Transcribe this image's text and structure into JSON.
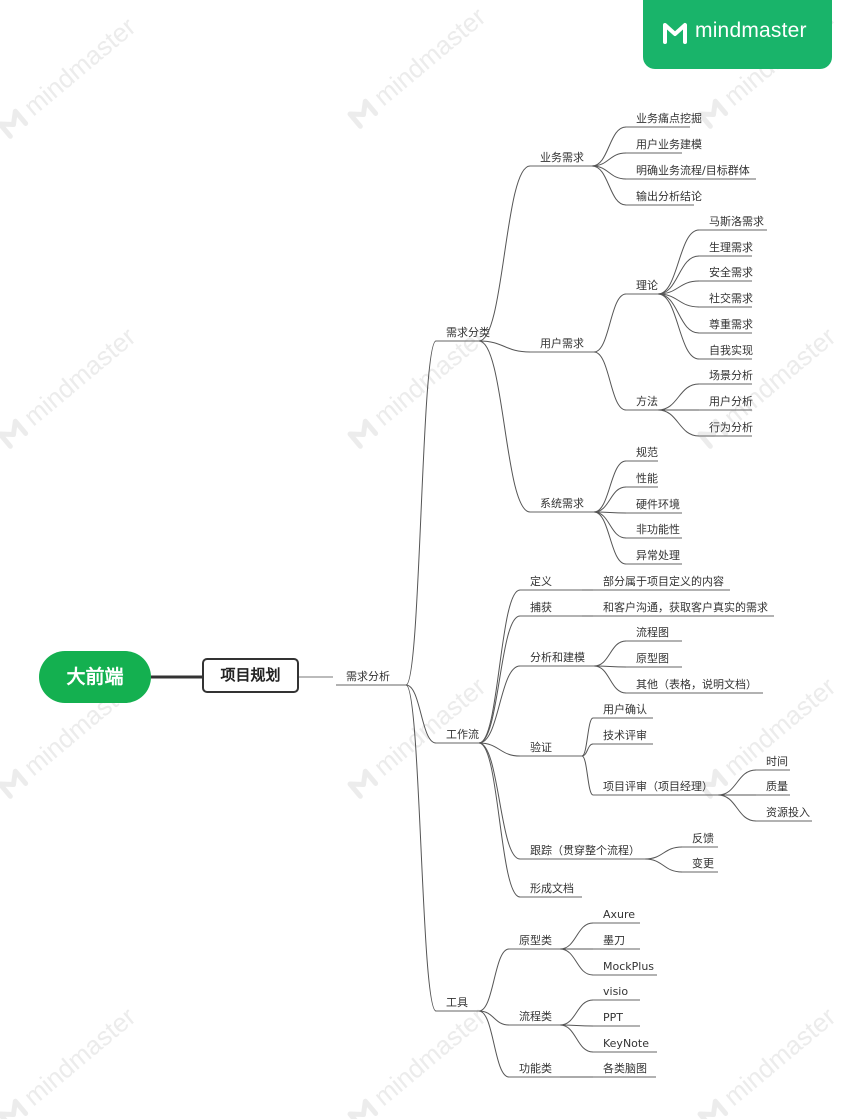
{
  "brand": {
    "name": "mindmaster",
    "logo": "mindmaster-logo-icon",
    "color": "#19b46a"
  },
  "watermark": "mindmaster",
  "colors": {
    "root": "#14b050",
    "line": "#555555",
    "text": "#333333"
  },
  "root": {
    "label": "大前端"
  },
  "main_topic": {
    "label": "项目规划"
  },
  "tree": {
    "label": "需求分析",
    "children": [
      {
        "label": "需求分类",
        "children": [
          {
            "label": "业务需求",
            "children": [
              {
                "label": "业务痛点挖掘"
              },
              {
                "label": "用户业务建模"
              },
              {
                "label": "明确业务流程/目标群体"
              },
              {
                "label": "输出分析结论"
              }
            ]
          },
          {
            "label": "用户需求",
            "children": [
              {
                "label": "理论",
                "children": [
                  {
                    "label": "马斯洛需求"
                  },
                  {
                    "label": "生理需求"
                  },
                  {
                    "label": "安全需求"
                  },
                  {
                    "label": "社交需求"
                  },
                  {
                    "label": "尊重需求"
                  },
                  {
                    "label": "自我实现"
                  }
                ]
              },
              {
                "label": "方法",
                "children": [
                  {
                    "label": "场景分析"
                  },
                  {
                    "label": "用户分析"
                  },
                  {
                    "label": "行为分析"
                  }
                ]
              }
            ]
          },
          {
            "label": "系统需求",
            "children": [
              {
                "label": "规范"
              },
              {
                "label": "性能"
              },
              {
                "label": "硬件环境"
              },
              {
                "label": "非功能性"
              },
              {
                "label": "异常处理"
              }
            ]
          }
        ]
      },
      {
        "label": "工作流",
        "children": [
          {
            "label": "定义",
            "children": [
              {
                "label": "部分属于项目定义的内容"
              }
            ]
          },
          {
            "label": "捕获",
            "children": [
              {
                "label": "和客户沟通，获取客户真实的需求"
              }
            ]
          },
          {
            "label": "分析和建模",
            "children": [
              {
                "label": "流程图"
              },
              {
                "label": "原型图"
              },
              {
                "label": "其他（表格，说明文档）"
              }
            ]
          },
          {
            "label": "验证",
            "children": [
              {
                "label": "用户确认"
              },
              {
                "label": "技术评审"
              },
              {
                "label": "项目评审（项目经理）",
                "children": [
                  {
                    "label": "时间"
                  },
                  {
                    "label": "质量"
                  },
                  {
                    "label": "资源投入"
                  }
                ]
              }
            ]
          },
          {
            "label": "跟踪（贯穿整个流程）",
            "children": [
              {
                "label": "反馈"
              },
              {
                "label": "变更"
              }
            ]
          },
          {
            "label": "形成文档"
          }
        ]
      },
      {
        "label": "工具",
        "children": [
          {
            "label": "原型类",
            "children": [
              {
                "label": "Axure"
              },
              {
                "label": "墨刀"
              },
              {
                "label": "MockPlus"
              }
            ]
          },
          {
            "label": "流程类",
            "children": [
              {
                "label": "visio"
              },
              {
                "label": "PPT"
              },
              {
                "label": "KeyNote"
              }
            ]
          },
          {
            "label": "功能类",
            "children": [
              {
                "label": "各类脑图"
              }
            ]
          }
        ]
      }
    ]
  }
}
